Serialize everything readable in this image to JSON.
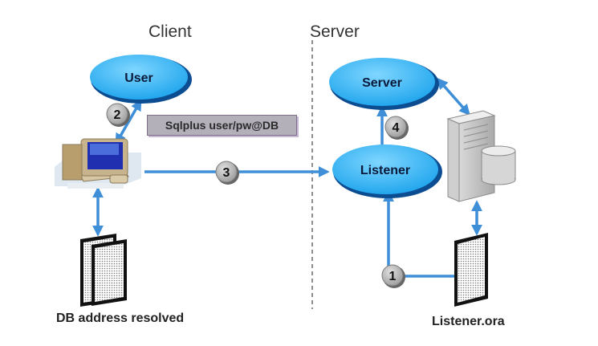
{
  "headers": {
    "client": "Client",
    "server": "Server"
  },
  "nodes": {
    "user": "User",
    "server": "Server",
    "listener": "Listener"
  },
  "command": "Sqlplus user/pw@DB",
  "steps": [
    "1",
    "2",
    "3",
    "4"
  ],
  "captions": {
    "db_address": "DB address resolved",
    "listener_file": "Listener.ora"
  },
  "colors": {
    "ellipse": "#33b5f2",
    "arrow": "#4a9be0",
    "step_circle": "#b5b5b5"
  }
}
